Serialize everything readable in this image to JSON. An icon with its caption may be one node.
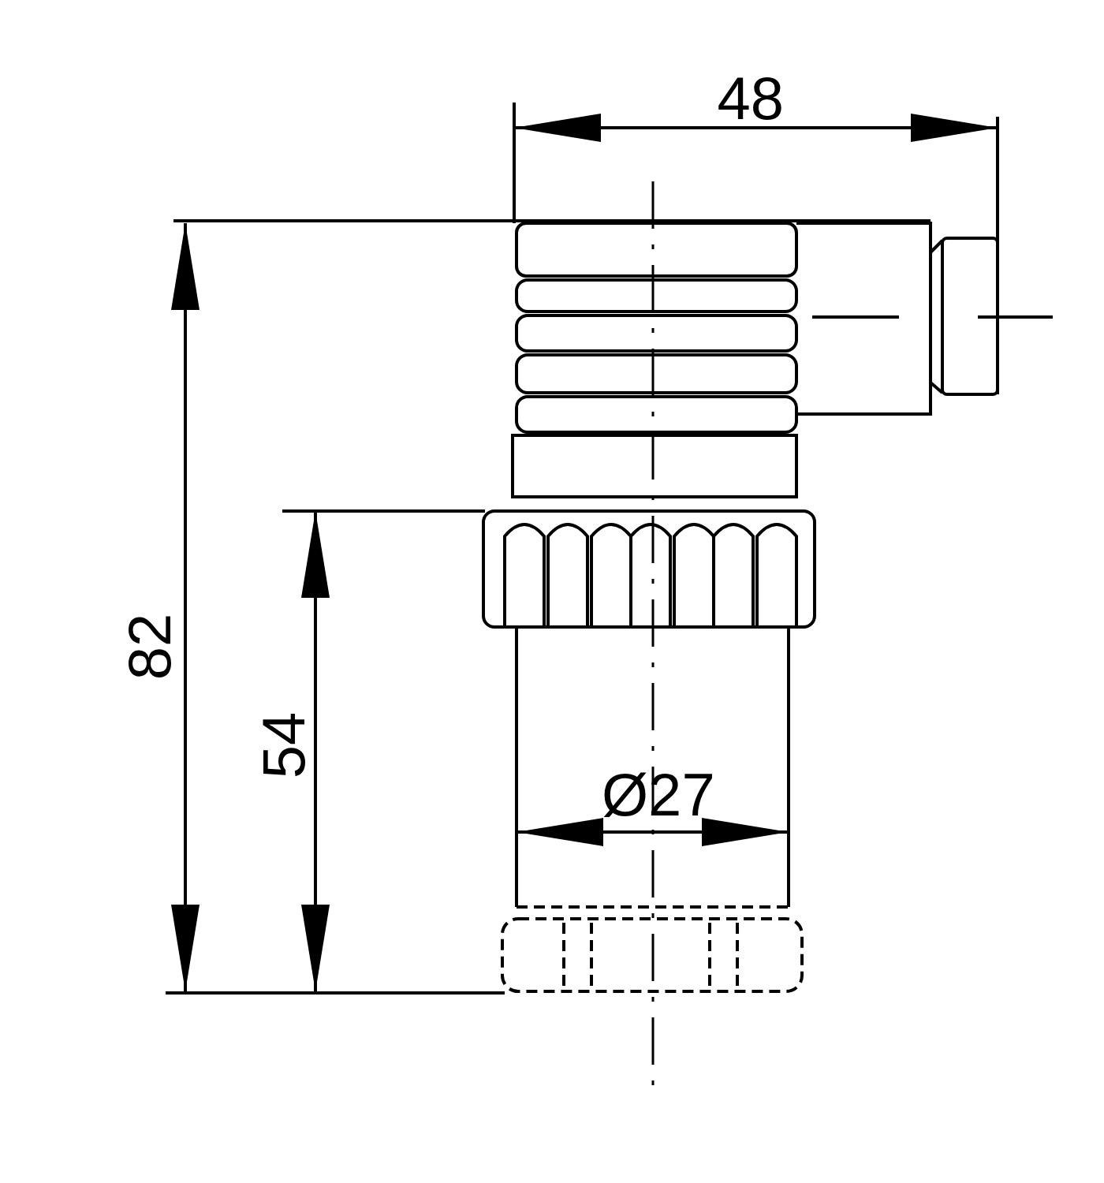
{
  "diagram": {
    "labels": [
      "48",
      "82",
      "54",
      "Ø27"
    ]
  }
}
